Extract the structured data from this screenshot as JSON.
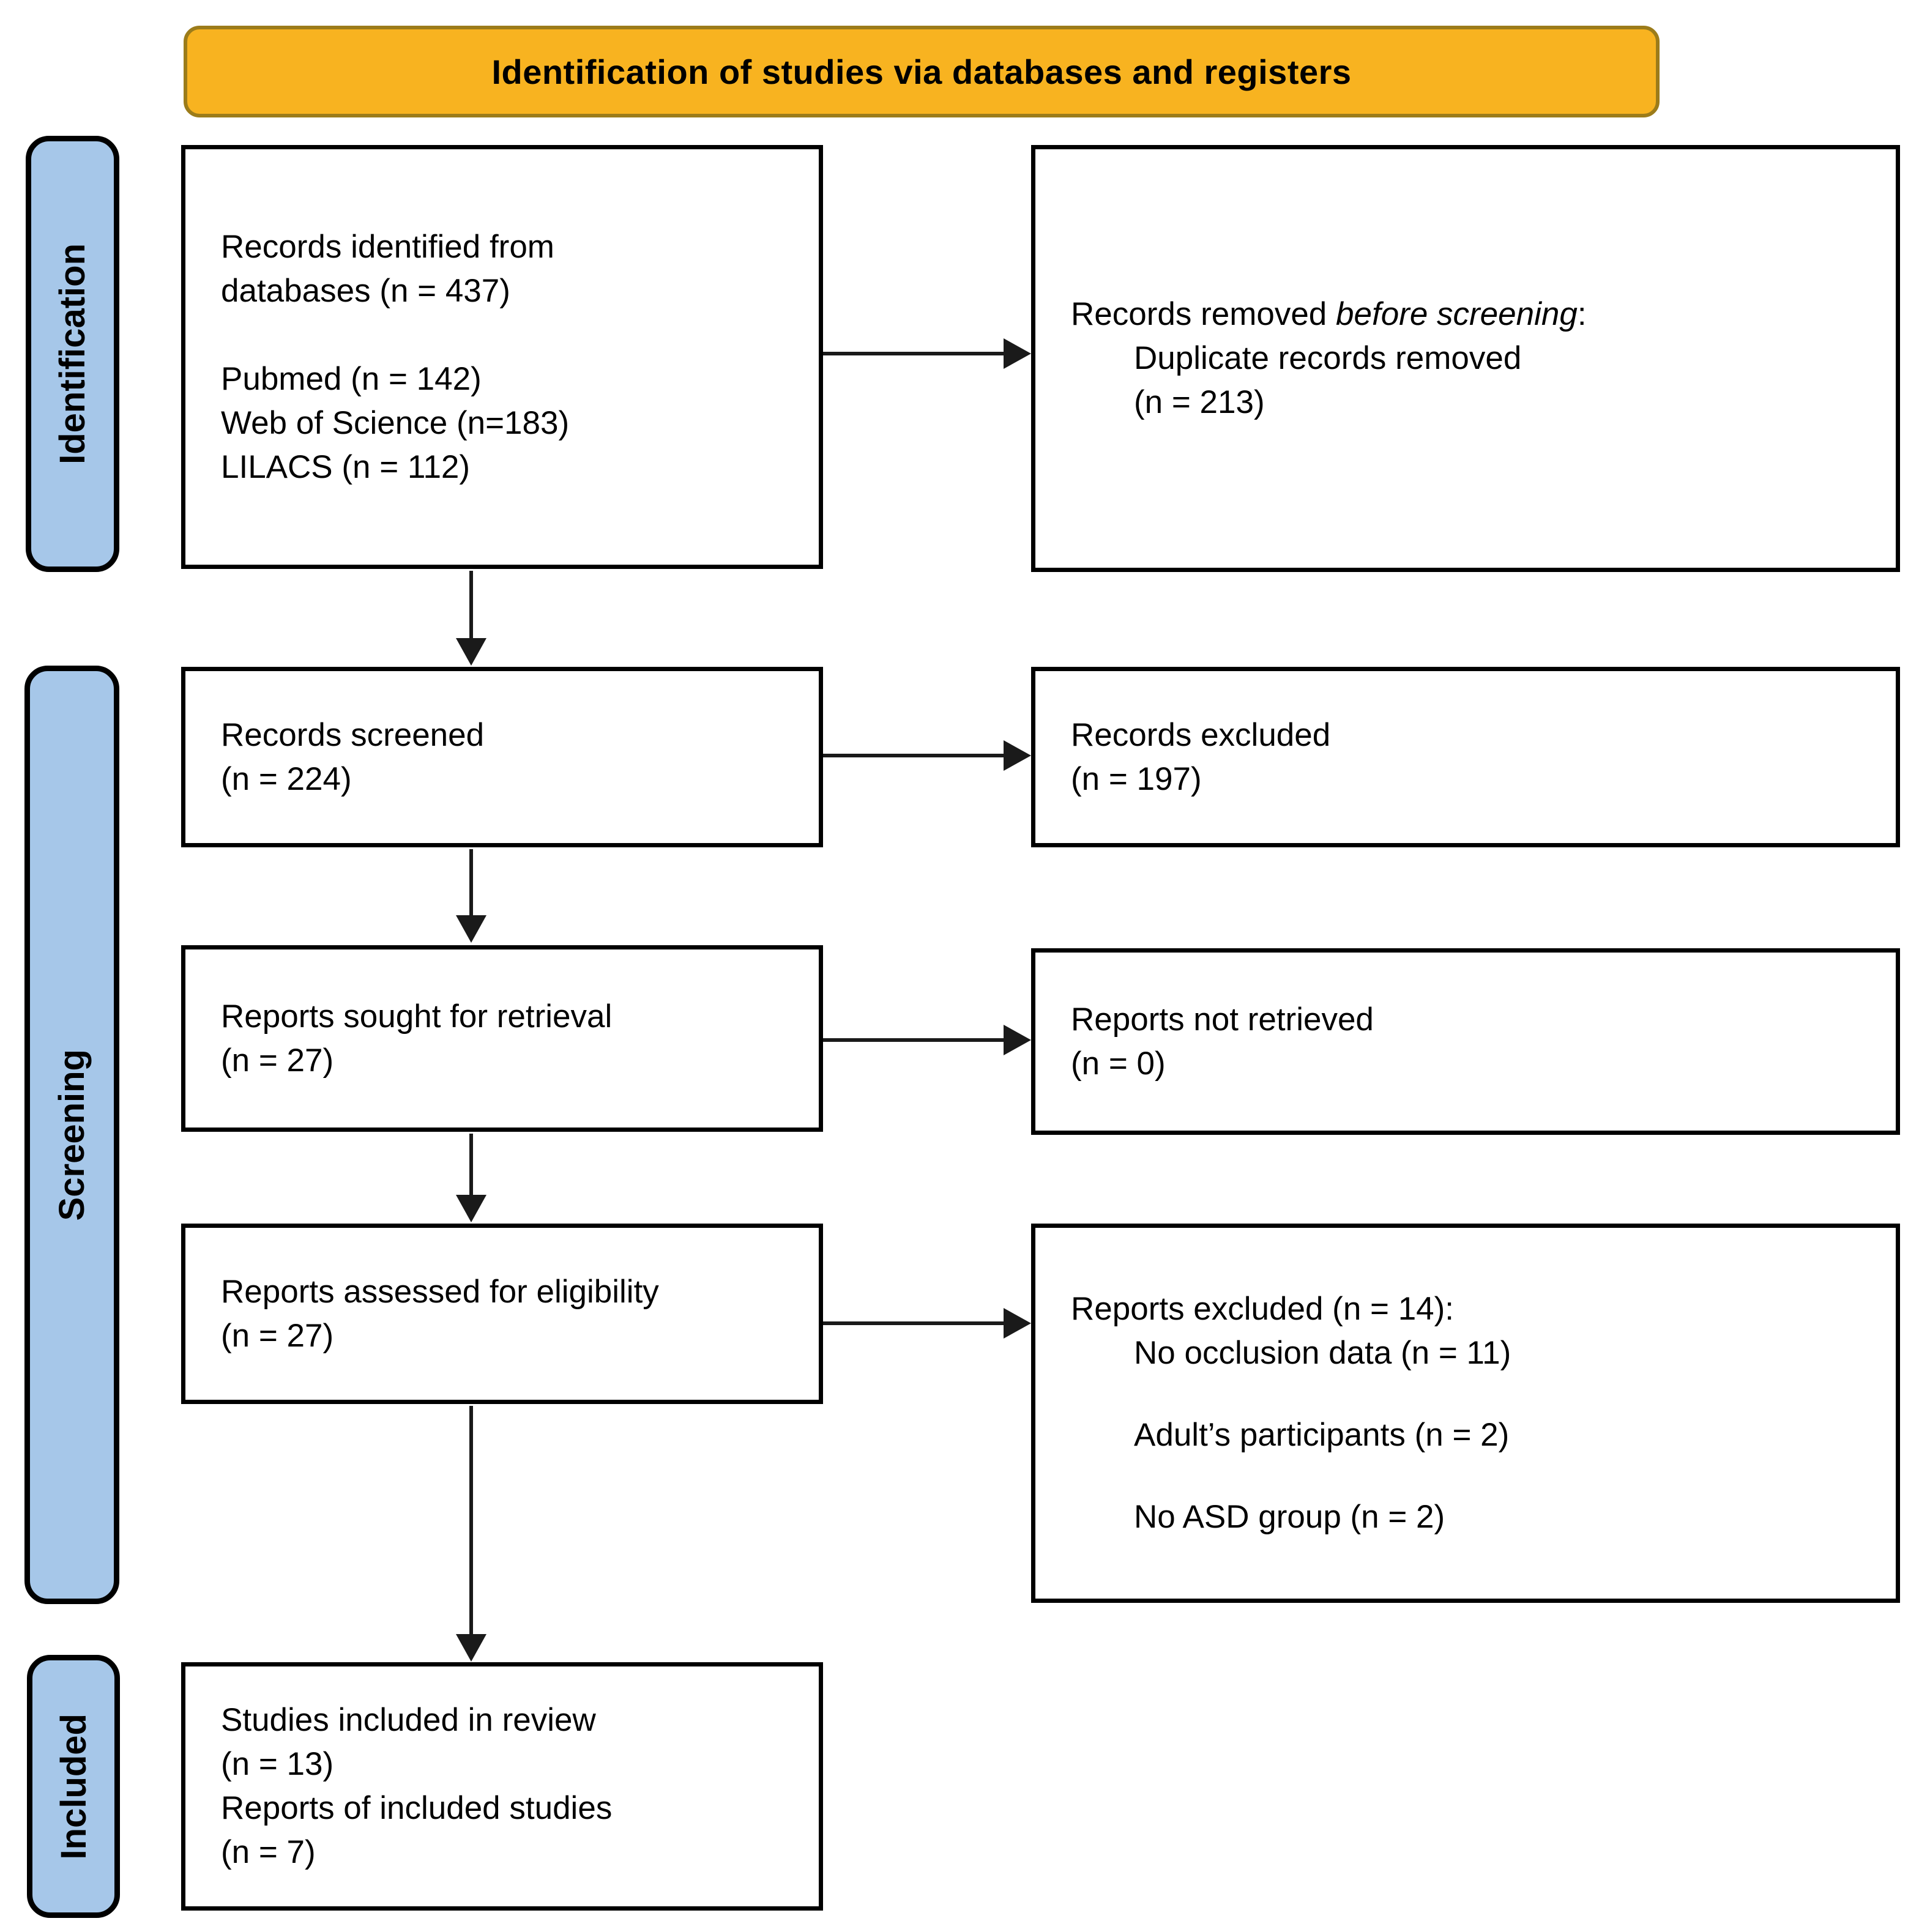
{
  "banner": {
    "title": "Identification of studies via databases and registers"
  },
  "stages": {
    "identification": "Identification",
    "screening": "Screening",
    "included": "Included"
  },
  "boxes": {
    "records_identified": {
      "line1": "Records identified from",
      "line2": "databases (n = 437)",
      "line3": "Pubmed (n = 142)",
      "line4": "Web of Science (n=183)",
      "line5": "LILACS (n = 112)"
    },
    "records_removed": {
      "prefix": "Records removed ",
      "emphasis": "before screening",
      "suffix": ":",
      "detail1": "Duplicate records removed",
      "detail2": "(n = 213)"
    },
    "records_screened": {
      "line1": "Records screened",
      "line2": "(n = 224)"
    },
    "records_excluded": {
      "line1": "Records excluded",
      "line2": "(n = 197)"
    },
    "reports_sought": {
      "line1": "Reports sought for retrieval",
      "line2": "(n = 27)"
    },
    "reports_not_retrieved": {
      "line1": "Reports not retrieved",
      "line2": "(n = 0)"
    },
    "reports_assessed": {
      "line1": "Reports assessed for eligibility",
      "line2": "(n = 27)"
    },
    "reports_excluded": {
      "header": "Reports excluded (n = 14):",
      "reason1": "No occlusion data (n = 11)",
      "reason2": "Adult’s participants (n = 2)",
      "reason3": "No ASD group (n = 2)"
    },
    "studies_included": {
      "line1": "Studies included in review",
      "line2": "(n = 13)",
      "line3": "Reports of included studies",
      "line4": "(n = 7)"
    }
  },
  "colors": {
    "banner_fill": "#f8b320",
    "banner_border": "#9c7c1a",
    "stage_fill": "#a6c7e9",
    "box_border": "#000000",
    "arrow": "#1a1a1a"
  }
}
